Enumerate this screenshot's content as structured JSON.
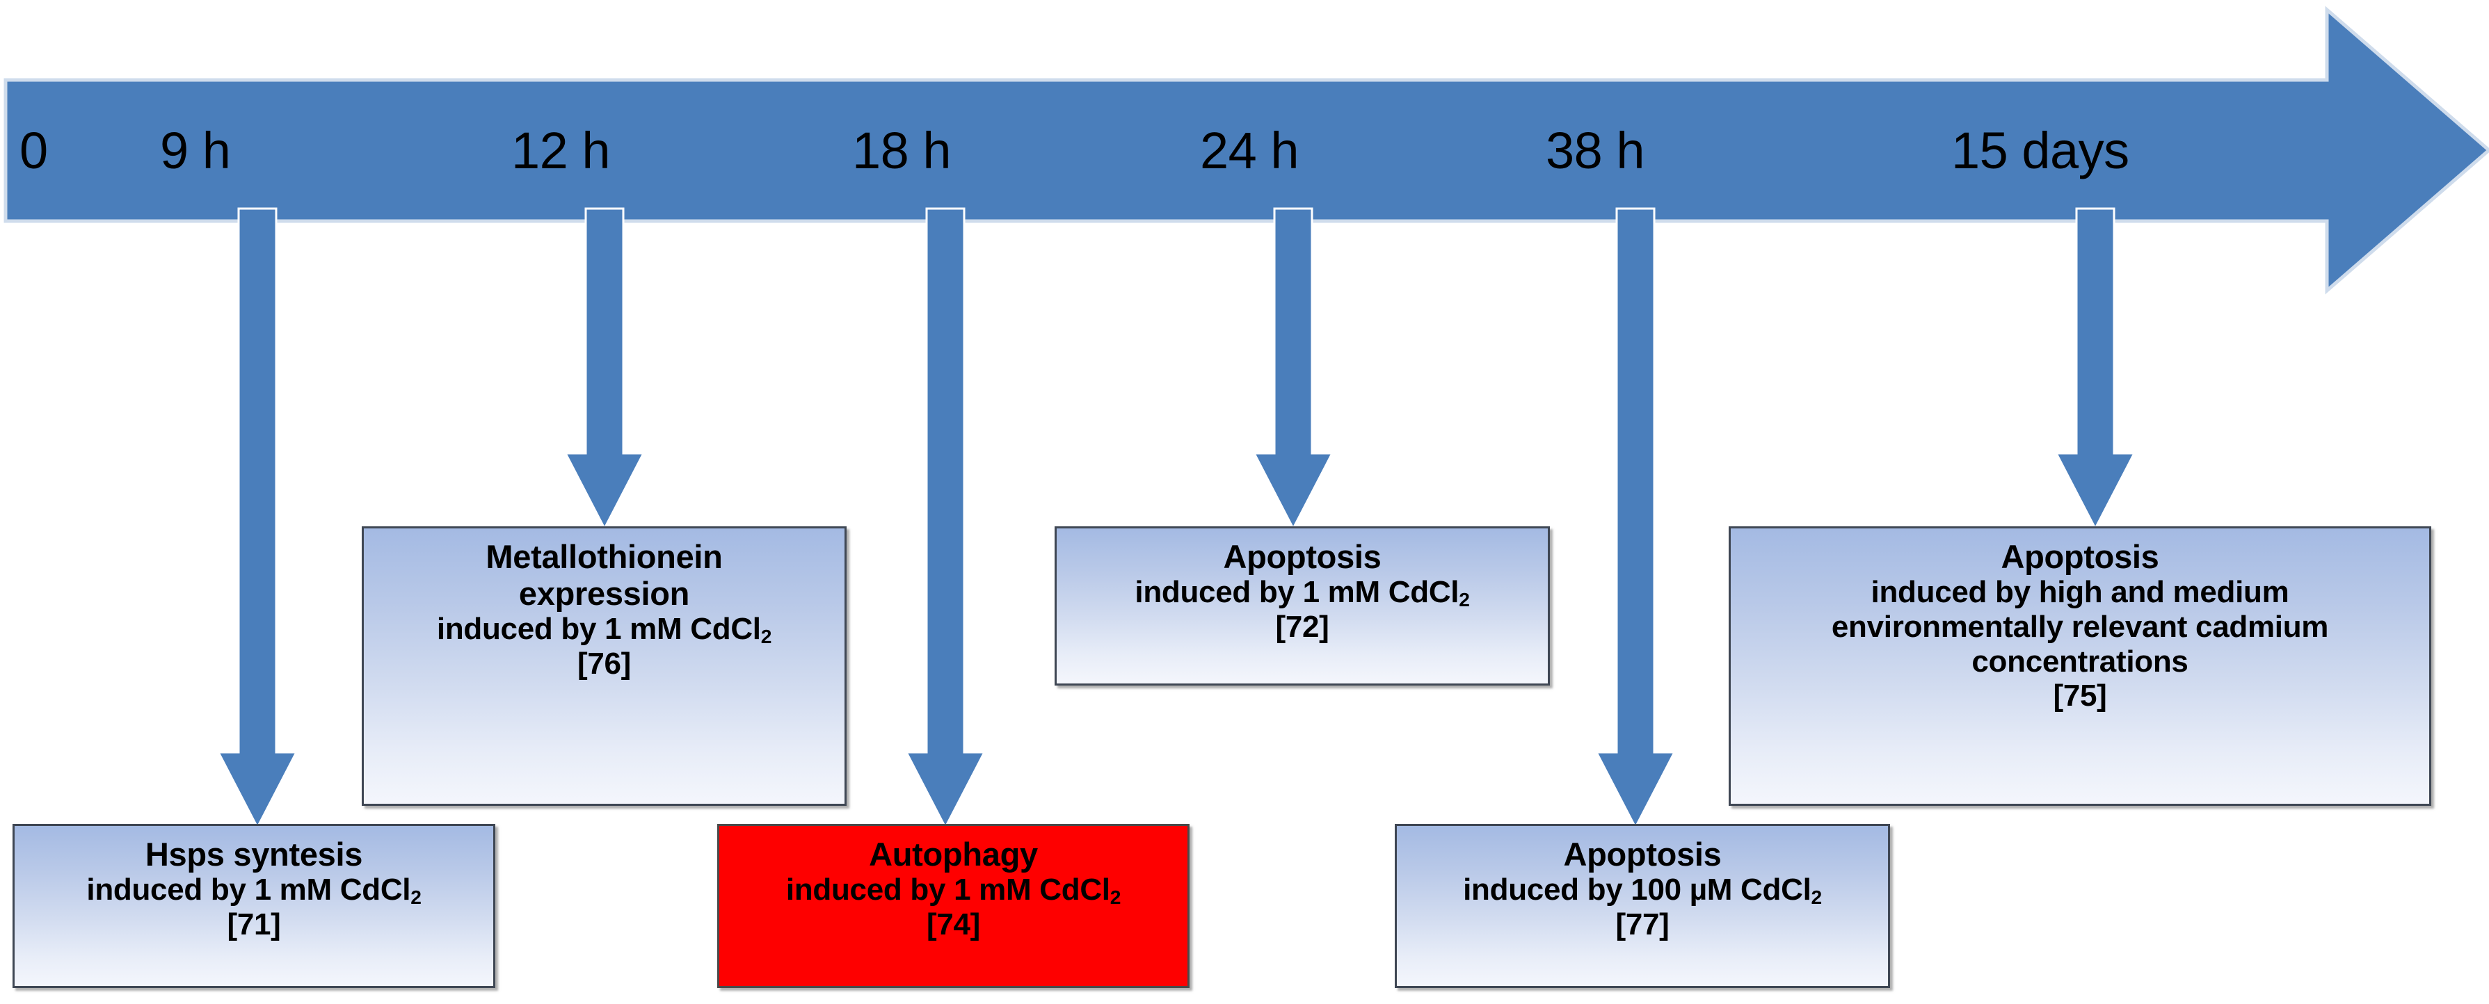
{
  "figure": {
    "kind": "timeline-diagram",
    "orientation": "horizontal",
    "colors": {
      "timeline_blue": "#4a7ebb",
      "connector_blue": "#4a7ebb",
      "box_gradient_top": "#a4bae3",
      "box_gradient_bottom": "#f4f6fc",
      "box_border": "#3f4754",
      "highlight_red": "#fe0000",
      "text": "#000000",
      "background": "#ffffff"
    }
  },
  "timeline": {
    "name": "exposure-time-axis",
    "ticks": [
      {
        "id": "t0",
        "label": "0"
      },
      {
        "id": "t9h",
        "label": "9 h"
      },
      {
        "id": "t12h",
        "label": "12 h"
      },
      {
        "id": "t18h",
        "label": "18 h"
      },
      {
        "id": "t24h",
        "label": "24 h"
      },
      {
        "id": "t38h",
        "label": "38 h"
      },
      {
        "id": "t15d",
        "label": "15 days"
      }
    ]
  },
  "events": [
    {
      "id": "hsps",
      "time": "9 h",
      "title": "Hsps syntesis",
      "subtitle_pre": "induced by 1 mM CdCl",
      "subtitle_sub": "2",
      "subtitle_post": "",
      "reference": "[71]",
      "highlighted": false,
      "row": "bottom"
    },
    {
      "id": "metallothionein",
      "time": "12 h",
      "title_line1": "Metallothionein",
      "title_line2": "expression",
      "subtitle_pre": "induced by 1 mM CdCl",
      "subtitle_sub": "2",
      "subtitle_post": "",
      "reference": "[76]",
      "highlighted": false,
      "row": "top"
    },
    {
      "id": "autophagy",
      "time": "18 h",
      "title": "Autophagy",
      "subtitle_pre": "induced by 1 mM CdCl",
      "subtitle_sub": "2",
      "subtitle_post": "",
      "reference": "[74]",
      "highlighted": true,
      "row": "bottom"
    },
    {
      "id": "apoptosis-24h",
      "time": "24 h",
      "title": "Apoptosis",
      "subtitle_pre": "induced by 1 mM CdCl",
      "subtitle_sub": "2",
      "subtitle_post": "",
      "reference": "[72]",
      "highlighted": false,
      "row": "top"
    },
    {
      "id": "apoptosis-38h",
      "time": "38 h",
      "title": "Apoptosis",
      "subtitle_pre": "induced by 100 µM CdCl",
      "subtitle_sub": "2",
      "subtitle_post": "",
      "reference": "[77]",
      "highlighted": false,
      "row": "bottom"
    },
    {
      "id": "apoptosis-15days",
      "time": "15 days",
      "title": "Apoptosis",
      "subtitle_line1": "induced by high and medium",
      "subtitle_line2": "environmentally relevant cadmium",
      "subtitle_line3": "concentrations",
      "reference": "[75]",
      "highlighted": false,
      "row": "top"
    }
  ],
  "icons": {
    "timeline_arrow": "right-arrow-icon",
    "connector": "down-arrow-icon"
  }
}
